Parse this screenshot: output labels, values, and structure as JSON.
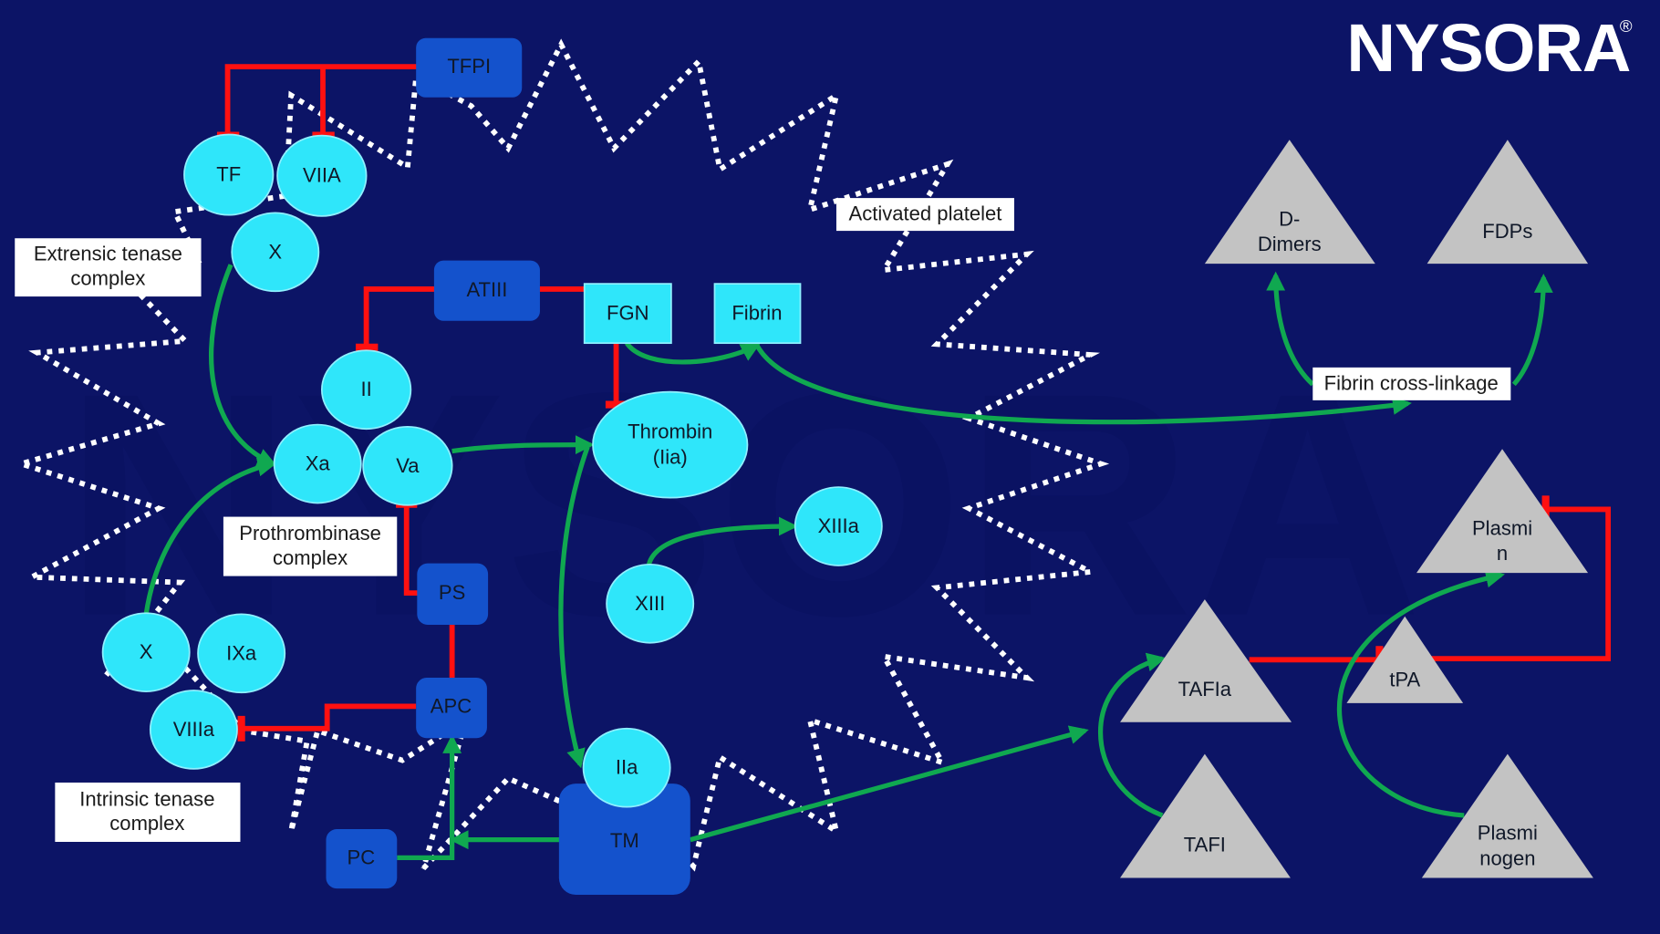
{
  "brand": {
    "logo_text": "NYSORA",
    "registered_mark": "®",
    "watermark_text": "NYSORA"
  },
  "colors": {
    "background": "#0c1466",
    "factor_node": "#2fe6fa",
    "inhibitor_node": "#1452cc",
    "fibrinolysis_node": "#c3c3c3",
    "inhibition_line": "#ff1010",
    "activation_arrow": "#10a850",
    "platelet_outline": "#ffffff"
  },
  "labels": {
    "activated_platelet": "Activated platelet",
    "extrinsic_tenase": [
      "Extrensic tenase",
      "complex"
    ],
    "prothrombinase": [
      "Prothrombinase",
      "complex"
    ],
    "intrinsic_tenase": [
      "Intrinsic tenase",
      "complex"
    ],
    "fibrin_crosslinkage": "Fibrin cross-linkage"
  },
  "nodes": {
    "tfpi": "TFPI",
    "tf": "TF",
    "viia": "VIIA",
    "x_ext": "X",
    "atiii": "ATIII",
    "fgn": "FGN",
    "fibrin": "Fibrin",
    "ii": "II",
    "xa": "Xa",
    "va": "Va",
    "thrombin": [
      "Thrombin",
      "(Iia)"
    ],
    "xiiia": "XIIIa",
    "xiii": "XIII",
    "ps": "PS",
    "x_int": "X",
    "ixa": "IXa",
    "viiia": "VIIIa",
    "apc": "APC",
    "pc": "PC",
    "iia": "IIa",
    "tm": "TM",
    "d_dimers": [
      "D-",
      "Dimers"
    ],
    "fdps": "FDPs",
    "plasmin": [
      "Plasmi",
      "n"
    ],
    "tafia": "TAFIa",
    "tpa": "tPA",
    "tafi": "TAFI",
    "plasminogen": [
      "Plasmi",
      "nogen"
    ]
  }
}
